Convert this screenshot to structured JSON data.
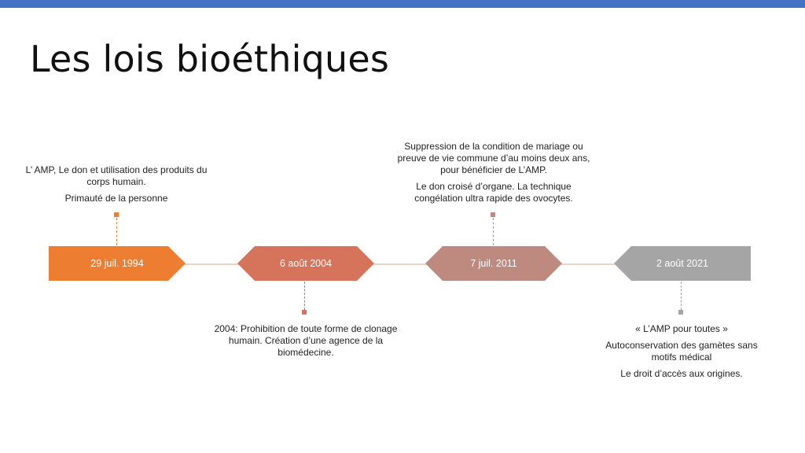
{
  "slide": {
    "title": "Les lois bioéthiques"
  },
  "colors": {
    "accent_bar": "#4472c4",
    "event_1994": "#ed7d31",
    "event_2004": "#d5745a",
    "event_2011": "#be8a7f",
    "event_2021": "#a5a5a5",
    "connector": "#ead3c9"
  },
  "timeline": {
    "events": [
      {
        "date": "29 juil. 1994",
        "notes": [
          "L’ AMP, Le don et utilisation des produits du corps humain.",
          "Primauté de la personne"
        ]
      },
      {
        "date": "6 août 2004",
        "notes": [
          "2004: Prohibition de toute forme de clonage humain. Création d’une agence de la biomédecine."
        ]
      },
      {
        "date": "7 juil. 2011",
        "notes": [
          "Suppression de la condition de mariage ou preuve de vie commune d’au moins deux ans, pour bénéficier de L’AMP.",
          "Le don croisé d’organe. La technique congélation ultra rapide des ovocytes."
        ]
      },
      {
        "date": "2 août 2021",
        "notes": [
          "« L’AMP pour toutes »",
          "Autoconservation des gamètes sans motifs médical",
          "Le droit d’accès aux origines."
        ]
      }
    ]
  }
}
